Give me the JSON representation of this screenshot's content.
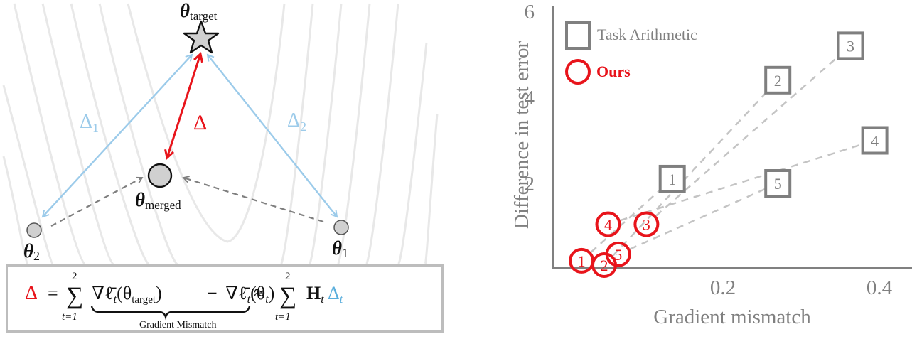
{
  "diagram": {
    "labels": {
      "target": "θ",
      "target_sub": "target",
      "merged": "θ",
      "merged_sub": "merged",
      "theta1": "θ",
      "theta1_sub": "1",
      "theta2": "θ",
      "theta2_sub": "2",
      "delta": "Δ",
      "delta1": "Δ",
      "delta1_sub": "1",
      "delta2": "Δ",
      "delta2_sub": "2"
    },
    "colors": {
      "red": "#e8141b",
      "blue": "#9ccbea",
      "gray_dash": "#7f7f7f",
      "contour": "#e6e6e6",
      "node_fill": "#d0d0d0"
    },
    "formula": {
      "lhs": "Δ",
      "eq": "=",
      "sum_top": "2",
      "sum_bottom": "t=1",
      "term1": "∇ℓ̄",
      "term1_sub": "t",
      "term1_arg": "(θ",
      "term1_arg_sub": "target",
      "term1_close": ")",
      "minus": "−",
      "term2": "∇ℓ̄",
      "term2_sub": "t",
      "term2_arg": "(θ",
      "term2_arg_sub": "t",
      "term2_close": ")",
      "approx": "≈",
      "sum2_top": "2",
      "sum2_bottom": "t=1",
      "hessian": "H",
      "hessian_sub": "t",
      "delta_t": "Δ",
      "delta_t_sub": "t",
      "brace_label": "Gradient Mismatch"
    }
  },
  "chart_data": {
    "type": "scatter",
    "title": "",
    "xlabel": "Gradient mismatch",
    "ylabel": "Difference in test error",
    "xlim": [
      0,
      0.44
    ],
    "ylim": [
      0,
      6
    ],
    "xticks": [
      0.2,
      0.4
    ],
    "xtick_labels": [
      "0.2",
      "0.4"
    ],
    "yticks": [
      2,
      4,
      6
    ],
    "ytick_labels": [
      "2",
      "4",
      "6"
    ],
    "grid": false,
    "legend": {
      "position": "upper left",
      "entries": [
        {
          "label": "Task Arithmetic",
          "marker": "square",
          "color": "#7f7f7f"
        },
        {
          "label": "Ours",
          "marker": "circle",
          "color": "#e8141b",
          "bold": true
        }
      ]
    },
    "series": [
      {
        "name": "Task Arithmetic",
        "marker": "square",
        "color": "#7f7f7f",
        "points": [
          {
            "label": "1",
            "x": 0.137,
            "y": 2.1
          },
          {
            "label": "2",
            "x": 0.272,
            "y": 4.4
          },
          {
            "label": "3",
            "x": 0.365,
            "y": 5.2
          },
          {
            "label": "4",
            "x": 0.396,
            "y": 3.0
          },
          {
            "label": "5",
            "x": 0.272,
            "y": 2.0
          }
        ]
      },
      {
        "name": "Ours",
        "marker": "circle",
        "color": "#e8141b",
        "points": [
          {
            "label": "1",
            "x": 0.021,
            "y": 0.2
          },
          {
            "label": "2",
            "x": 0.05,
            "y": 0.1
          },
          {
            "label": "3",
            "x": 0.104,
            "y": 1.05
          },
          {
            "label": "4",
            "x": 0.055,
            "y": 1.05
          },
          {
            "label": "5",
            "x": 0.068,
            "y": 0.35
          }
        ]
      }
    ],
    "connectors": "dashed gray lines link each Ours point to the Task Arithmetic point with the same label"
  }
}
